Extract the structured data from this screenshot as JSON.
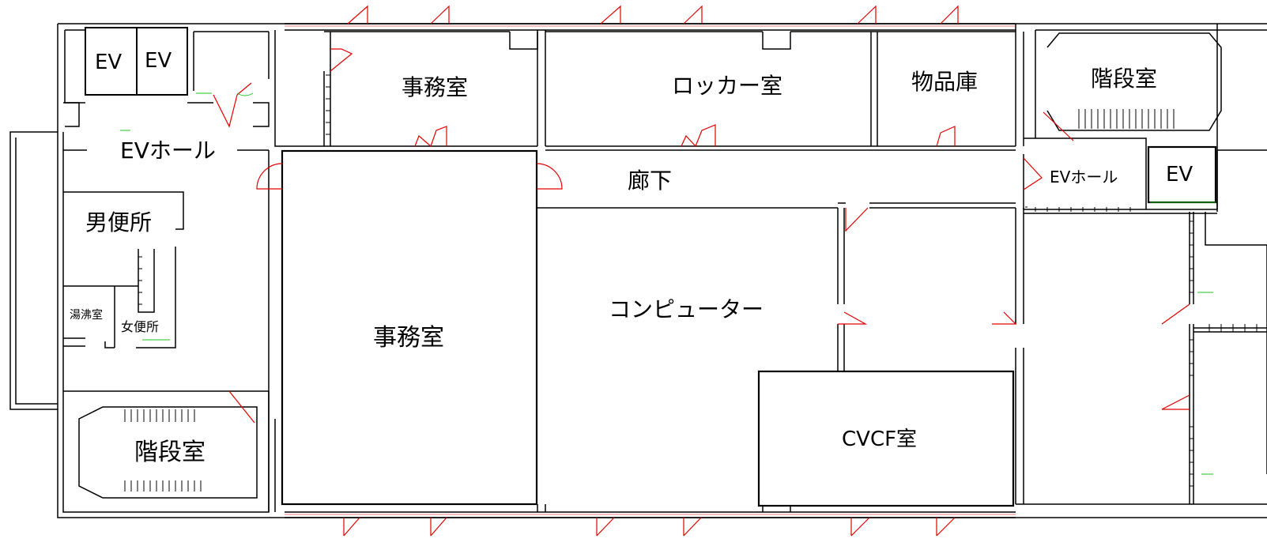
{
  "rooms": {
    "ev_1": "EV",
    "ev_2": "EV",
    "ev_hall_left": "EVホール",
    "office_top": "事務室",
    "locker_room": "ロッカー室",
    "storage": "物品庫",
    "stairs_top_right": "階段室",
    "corridor": "廊下",
    "ev_hall_right": "EVホール",
    "ev_right": "EV",
    "mens_toilet": "男便所",
    "kitchenette": "湯沸室",
    "womens_toilet": "女便所",
    "office_main": "事務室",
    "computer_room": "コンピューター",
    "cvcf_room": "CVCF室",
    "stairs_bottom_left": "階段室"
  }
}
